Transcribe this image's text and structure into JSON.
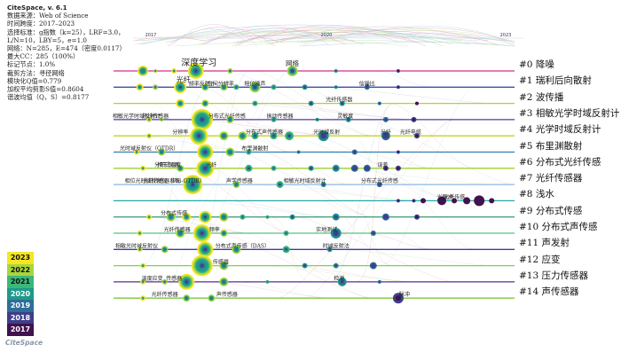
{
  "meta": {
    "lines": [
      "CiteSpace, v. 6.1",
      "数据来源：Web of Science",
      "时间跨度：2017–2023",
      "选择标准：g指数（k=25），LRF=3.0，",
      "L/N=10，LBY=5，e=1.0",
      "网络：N=285，E=474（密度0.0117）",
      "最大CC：285（100%）",
      "标记节点：1.0%",
      "裁剪方法：寻径网络",
      "模块化Q值=0.779",
      "加权平均剪影S值=0.8604",
      "谐波均值（Q，S）=0.8177"
    ]
  },
  "years": [
    "2017",
    "2020",
    "2023"
  ],
  "clusters": [
    "#0 降噪",
    "#1 瑞利后向散射",
    "#2 波传播",
    "#3 相敏光学时域反射计",
    "#4 光学时域反射计",
    "#5 布里渊散射",
    "#6 分布式光纤传感",
    "#7 光纤传感器",
    "#8 浅水",
    "#9 分布式传感",
    "#10 分布式声传感",
    "#11 声发射",
    "#12 应变",
    "#13 压力传感器",
    "#14 声传感器"
  ],
  "cluster_colors": [
    "#d32f8c",
    "#3d4ea3",
    "#b5d12b",
    "#4a3b99",
    "#c2d61e",
    "#2f7fb0",
    "#9fd12f",
    "#8fb6e0",
    "#27a7a8",
    "#4aa07e",
    "#57c27c",
    "#3b3fa0",
    "#7bd44a",
    "#5a2d91",
    "#7ec63b"
  ],
  "legend": {
    "years": [
      "2023",
      "2022",
      "2021",
      "2020",
      "2019",
      "2018",
      "2017"
    ],
    "colors": [
      "#f5e625",
      "#a8d63b",
      "#3cb77a",
      "#1f9a8a",
      "#2e6e97",
      "#3f3e8a",
      "#40124f"
    ]
  },
  "logo": "CiteSpace",
  "node_labels": [
    {
      "t": "深度学习",
      "c": 0,
      "d": 0.26,
      "s": 10
    },
    {
      "t": "网络",
      "c": 0,
      "d": 0.56,
      "s": 7.5
    },
    {
      "t": "光纤",
      "c": 1,
      "d": 0.21,
      "s": 8
    },
    {
      "t": "空间分辨率",
      "c": 1,
      "d": 0.33,
      "s": 6
    },
    {
      "t": "相位噪声",
      "c": 1,
      "d": 0.44,
      "s": 6
    },
    {
      "t": "信噪比",
      "c": 1,
      "d": 0.8,
      "s": 6
    },
    {
      "t": "频率反射计",
      "c": 1,
      "d": 0.27,
      "s": 6
    },
    {
      "t": "光纤传感器",
      "c": 2,
      "d": 0.71,
      "s": 6
    },
    {
      "t": "相敏光学时域反射计",
      "c": 3,
      "d": 0.06,
      "s": 6
    },
    {
      "t": "灵敏度",
      "c": 3,
      "d": 0.73,
      "s": 6
    },
    {
      "t": "光纤传感器",
      "c": 3,
      "d": 0.12,
      "s": 6
    },
    {
      "t": "振动传感器",
      "c": 3,
      "d": 0.52,
      "s": 6
    },
    {
      "t": "分布式光纤传感",
      "c": 3,
      "d": 0.35,
      "s": 6
    },
    {
      "t": "光纤电缆",
      "c": 4,
      "d": 0.94,
      "s": 6
    },
    {
      "t": "分布式声传感器",
      "c": 4,
      "d": 0.47,
      "s": 6
    },
    {
      "t": "光时域反射",
      "c": 4,
      "d": 0.67,
      "s": 6
    },
    {
      "t": "光纤",
      "c": 4,
      "d": 0.86,
      "s": 6
    },
    {
      "t": "分辨率",
      "c": 4,
      "d": 0.2,
      "s": 6
    },
    {
      "t": "光时域反射仪（OTDR）",
      "c": 5,
      "d": 0.1,
      "s": 6
    },
    {
      "t": "布里渊散射",
      "c": 5,
      "d": 0.44,
      "s": 6
    },
    {
      "t": "相干探测",
      "c": 6,
      "d": 0.16,
      "s": 6
    },
    {
      "t": "误差",
      "c": 6,
      "d": 0.85,
      "s": 6
    },
    {
      "t": "分布式温度",
      "c": 6,
      "d": 0.16,
      "s": 6
    },
    {
      "t": "光纤",
      "c": 6,
      "d": 0.3,
      "s": 6
    },
    {
      "t": "相位光时域反射仪（Phi-OTDR）",
      "c": 7,
      "d": 0.15,
      "s": 6
    },
    {
      "t": "声学传感器",
      "c": 7,
      "d": 0.39,
      "s": 6
    },
    {
      "t": "相敏光时域反射计",
      "c": 7,
      "d": 0.6,
      "s": 6
    },
    {
      "t": "分布式光纤传感",
      "c": 7,
      "d": 0.84,
      "s": 6
    },
    {
      "t": "光纤传感器系统",
      "c": 7,
      "d": 0.14,
      "s": 6
    },
    {
      "t": "光脉冲",
      "c": 8,
      "d": 1.05,
      "s": 6
    },
    {
      "t": "光纤传感",
      "c": 8,
      "d": 1.08,
      "s": 6
    },
    {
      "t": "分布式传感",
      "c": 9,
      "d": 0.18,
      "s": 6
    },
    {
      "t": "光纤传感器",
      "c": 10,
      "d": 0.19,
      "s": 6
    },
    {
      "t": "频率",
      "c": 10,
      "d": 0.31,
      "s": 6
    },
    {
      "t": "实地测试",
      "c": 10,
      "d": 0.67,
      "s": 6
    },
    {
      "t": "相敏光时域反射仪",
      "c": 11,
      "d": 0.06,
      "s": 6
    },
    {
      "t": "分布式声传感（DAS）",
      "c": 11,
      "d": 0.4,
      "s": 6
    },
    {
      "t": "时域反射法",
      "c": 11,
      "d": 0.7,
      "s": 6
    },
    {
      "t": "传感器",
      "c": 12,
      "d": 0.33,
      "s": 6
    },
    {
      "t": "温度应变",
      "c": 13,
      "d": 0.11,
      "s": 6
    },
    {
      "t": "传感器",
      "c": 13,
      "d": 0.18,
      "s": 6
    },
    {
      "t": "检测",
      "c": 13,
      "d": 0.71,
      "s": 6
    },
    {
      "t": "声传感器",
      "c": 14,
      "d": 0.35,
      "s": 6
    },
    {
      "t": "脉冲",
      "c": 14,
      "d": 0.92,
      "s": 6
    },
    {
      "t": "光纤传感器",
      "c": 14,
      "d": 0.15,
      "s": 6
    }
  ],
  "node_positions": [
    [
      0,
      0.08,
      1,
      2
    ],
    [
      0,
      0.12,
      2,
      1
    ],
    [
      0,
      0.18,
      3,
      0
    ],
    [
      0,
      0.25,
      9,
      0
    ],
    [
      0,
      0.36,
      3,
      1
    ],
    [
      0,
      0.56,
      6,
      1
    ],
    [
      0,
      0.7,
      2,
      3
    ],
    [
      0,
      0.9,
      2,
      5
    ],
    [
      1,
      0.12,
      3,
      1
    ],
    [
      1,
      0.2,
      7,
      0
    ],
    [
      1,
      0.28,
      4,
      1
    ],
    [
      1,
      0.34,
      4,
      1
    ],
    [
      1,
      0.38,
      3,
      2
    ],
    [
      1,
      0.44,
      6,
      1
    ],
    [
      1,
      0.5,
      3,
      2
    ],
    [
      1,
      0.6,
      3,
      3
    ],
    [
      1,
      0.7,
      2,
      3
    ],
    [
      1,
      0.8,
      3,
      4
    ],
    [
      1,
      0.9,
      2,
      5
    ],
    [
      2,
      0.2,
      5,
      0
    ],
    [
      2,
      0.28,
      4,
      1
    ],
    [
      2,
      0.44,
      3,
      2
    ],
    [
      2,
      0.62,
      3,
      3
    ],
    [
      2,
      0.72,
      3,
      3
    ],
    [
      2,
      0.84,
      2,
      4
    ],
    [
      2,
      0.96,
      2,
      6
    ],
    [
      3,
      0.14,
      2,
      1
    ],
    [
      3,
      0.27,
      12,
      0
    ],
    [
      3,
      0.36,
      4,
      1
    ],
    [
      3,
      0.5,
      3,
      2
    ],
    [
      3,
      0.64,
      2,
      3
    ],
    [
      3,
      0.74,
      3,
      3
    ],
    [
      3,
      0.86,
      3,
      4
    ],
    [
      3,
      0.95,
      3,
      5
    ],
    [
      4,
      0.26,
      10,
      0
    ],
    [
      4,
      0.34,
      5,
      1
    ],
    [
      4,
      0.4,
      5,
      1
    ],
    [
      4,
      0.44,
      4,
      2
    ],
    [
      4,
      0.5,
      4,
      2
    ],
    [
      4,
      0.55,
      5,
      2
    ],
    [
      4,
      0.66,
      6,
      3
    ],
    [
      4,
      0.86,
      5,
      4
    ],
    [
      4,
      0.96,
      3,
      5
    ],
    [
      5,
      0.14,
      4,
      1
    ],
    [
      5,
      0.28,
      9,
      0
    ],
    [
      5,
      0.36,
      5,
      1
    ],
    [
      5,
      0.42,
      3,
      2
    ],
    [
      5,
      0.58,
      2,
      3
    ],
    [
      5,
      0.76,
      3,
      4
    ],
    [
      5,
      0.9,
      2,
      5
    ],
    [
      6,
      0.2,
      4,
      1
    ],
    [
      6,
      0.28,
      10,
      0
    ],
    [
      6,
      0.42,
      4,
      2
    ],
    [
      6,
      0.5,
      3,
      2
    ],
    [
      6,
      0.62,
      3,
      3
    ],
    [
      6,
      0.7,
      4,
      3
    ],
    [
      6,
      0.76,
      4,
      4
    ],
    [
      6,
      0.8,
      4,
      4
    ],
    [
      6,
      0.86,
      3,
      5
    ],
    [
      6,
      0.9,
      3,
      5
    ],
    [
      7,
      0.24,
      11,
      0
    ],
    [
      7,
      0.38,
      4,
      1
    ],
    [
      7,
      0.52,
      4,
      2
    ],
    [
      7,
      0.66,
      3,
      3
    ],
    [
      7,
      0.84,
      3,
      4
    ],
    [
      8,
      0.9,
      2,
      5
    ],
    [
      8,
      0.95,
      2,
      5
    ],
    [
      8,
      0.98,
      3,
      6
    ],
    [
      8,
      1.04,
      5,
      6
    ],
    [
      8,
      1.08,
      3,
      6
    ],
    [
      8,
      1.12,
      4,
      6
    ],
    [
      8,
      1.16,
      6,
      6
    ],
    [
      8,
      1.2,
      3,
      6
    ],
    [
      9,
      0.17,
      5,
      1
    ],
    [
      9,
      0.22,
      5,
      0
    ],
    [
      9,
      0.28,
      7,
      0
    ],
    [
      9,
      0.34,
      5,
      1
    ],
    [
      9,
      0.4,
      3,
      2
    ],
    [
      9,
      0.48,
      2,
      2
    ],
    [
      9,
      0.56,
      3,
      3
    ],
    [
      9,
      0.7,
      4,
      3
    ],
    [
      9,
      0.86,
      4,
      4
    ],
    [
      9,
      0.96,
      3,
      5
    ],
    [
      10,
      0.2,
      5,
      1
    ],
    [
      10,
      0.27,
      10,
      0
    ],
    [
      10,
      0.34,
      4,
      1
    ],
    [
      10,
      0.54,
      3,
      2
    ],
    [
      10,
      0.7,
      6,
      3
    ],
    [
      10,
      0.82,
      3,
      4
    ],
    [
      11,
      0.15,
      4,
      1
    ],
    [
      11,
      0.28,
      9,
      0
    ],
    [
      11,
      0.38,
      5,
      1
    ],
    [
      11,
      0.54,
      4,
      2
    ],
    [
      11,
      0.68,
      3,
      3
    ],
    [
      12,
      0.27,
      12,
      0
    ],
    [
      12,
      0.34,
      5,
      1
    ],
    [
      12,
      0.6,
      3,
      3
    ],
    [
      12,
      0.7,
      3,
      3
    ],
    [
      12,
      0.82,
      4,
      4
    ],
    [
      13,
      0.15,
      3,
      1
    ],
    [
      13,
      0.22,
      9,
      0
    ],
    [
      13,
      0.34,
      5,
      1
    ],
    [
      13,
      0.48,
      2,
      2
    ],
    [
      13,
      0.72,
      5,
      3
    ],
    [
      13,
      0.84,
      2,
      4
    ],
    [
      14,
      0.22,
      4,
      1
    ],
    [
      14,
      0.3,
      4,
      1
    ],
    [
      14,
      0.9,
      6,
      5
    ]
  ],
  "big_anchors": [
    [
      0,
      0.08,
      6
    ],
    [
      1,
      0.07,
      4
    ],
    [
      3,
      0.1,
      3
    ],
    [
      4,
      0.1,
      3
    ],
    [
      5,
      0.06,
      3
    ],
    [
      6,
      0.08,
      3
    ],
    [
      9,
      0.1,
      3
    ],
    [
      10,
      0.07,
      3
    ],
    [
      11,
      0.07,
      3
    ],
    [
      12,
      0.08,
      3
    ],
    [
      13,
      0.08,
      3
    ],
    [
      14,
      0.08,
      3
    ]
  ]
}
